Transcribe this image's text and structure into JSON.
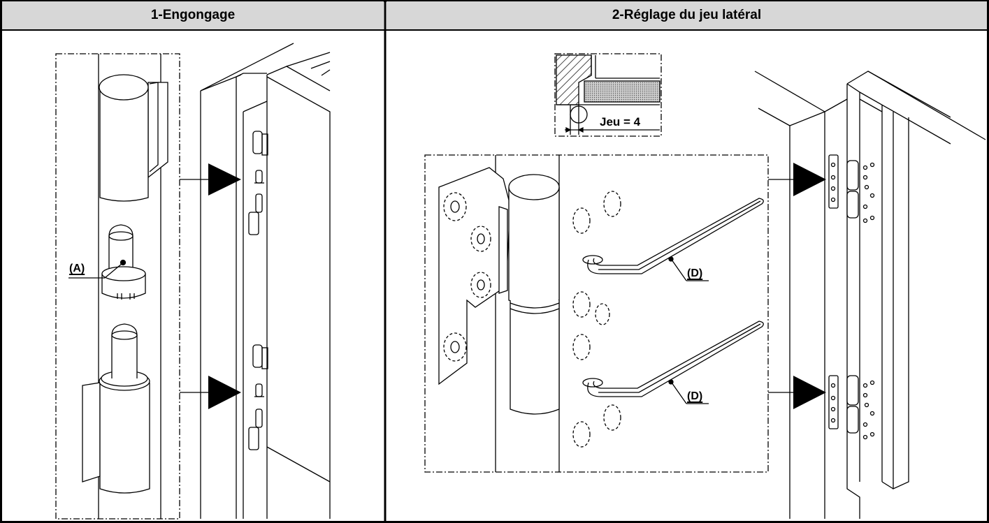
{
  "panels": [
    {
      "title": "1-Engongage"
    },
    {
      "title": "2-Réglage du jeu latéral"
    }
  ],
  "labels": {
    "pin": "(A)",
    "key_upper": "(D)",
    "key_lower": "(D)",
    "gap": "Jeu = 4"
  },
  "colors": {
    "header_bg": "#d7d7d7",
    "line": "#000000",
    "hatch_fill": "#c8c8c8"
  }
}
